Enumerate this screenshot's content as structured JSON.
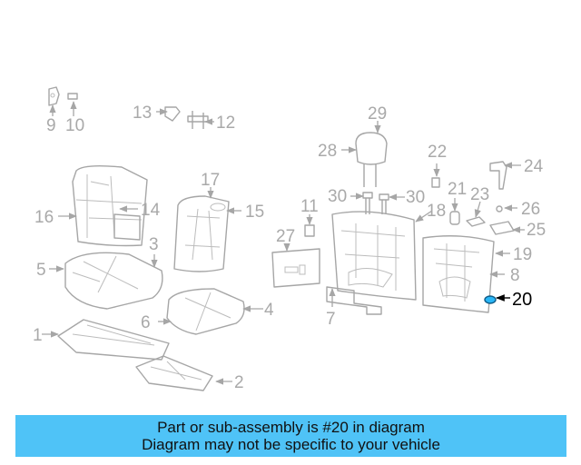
{
  "diagram": {
    "callouts": [
      "9",
      "10",
      "13",
      "12",
      "29",
      "28",
      "22",
      "24",
      "17",
      "16",
      "14",
      "15",
      "11",
      "30",
      "30",
      "21",
      "23",
      "26",
      "18",
      "27",
      "25",
      "3",
      "19",
      "5",
      "8",
      "20",
      "4",
      "6",
      "7",
      "1",
      "2"
    ],
    "highlighted": "20"
  },
  "banner": {
    "line1": "Part or sub-assembly is #20 in diagram",
    "line2": "Diagram may not be specific to your vehicle"
  },
  "colors": {
    "banner_bg": "#4fc3f7",
    "callout_gray": "#a9a9a9",
    "highlight_part": "#29b6f6"
  }
}
